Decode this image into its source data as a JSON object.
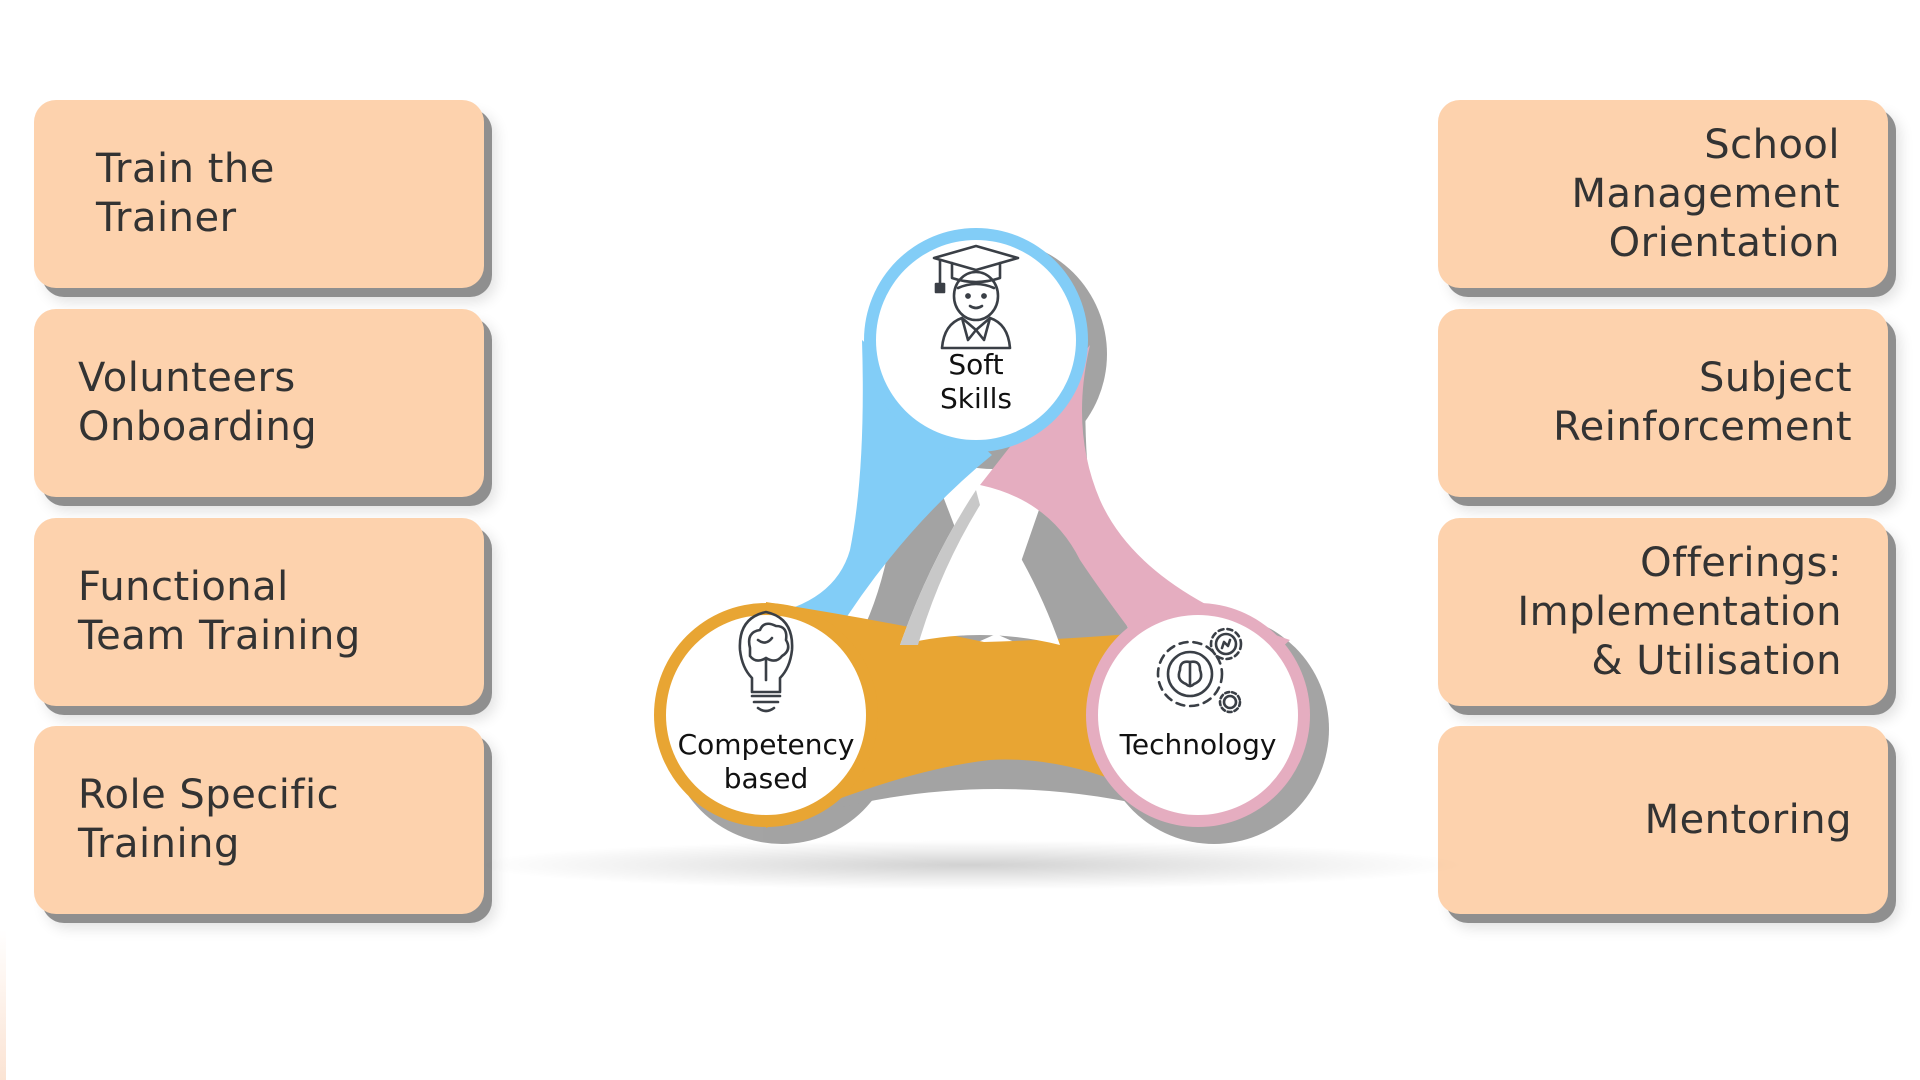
{
  "left_cards": [
    {
      "label": "Train the\nTrainer"
    },
    {
      "label": "Volunteers\nOnboarding"
    },
    {
      "label": "Functional\nTeam Training"
    },
    {
      "label": "Role Specific\nTraining"
    }
  ],
  "right_cards": [
    {
      "label": "School \nManagement\nOrientation"
    },
    {
      "label": "Subject\nReinforcement"
    },
    {
      "label": "Offerings:\nImplementation\n& Utilisation"
    },
    {
      "label": "Mentoring"
    }
  ],
  "hubs": {
    "soft_skills": {
      "label": "Soft\nSkills",
      "icon": "graduate-student-icon",
      "color": "#82cdf7"
    },
    "competency": {
      "label": "Competency\nbased",
      "icon": "brain-lightbulb-icon",
      "color": "#e8a533"
    },
    "technology": {
      "label": "Technology",
      "icon": "brain-gear-icon",
      "color": "#e5adc0"
    }
  },
  "colors": {
    "card_fill": "#fdd2ad",
    "card_shadow": "#8f8f8f",
    "text": "#333333"
  }
}
